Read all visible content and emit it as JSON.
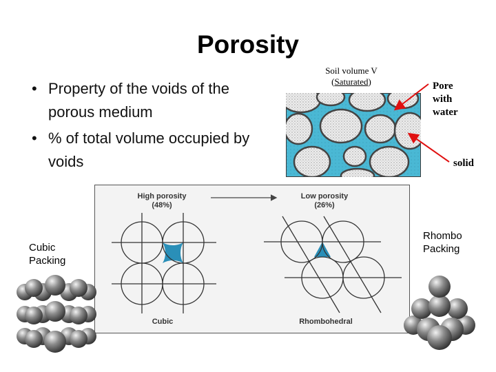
{
  "slide": {
    "title": "Porosity",
    "bullets": [
      "Property of the voids of the porous medium",
      "% of total volume occupied by voids"
    ]
  },
  "soil_figure": {
    "caption_line1": "Soil volume V",
    "caption_line2_open": "(",
    "caption_line2_word": "Saturated",
    "caption_line2_close": ")",
    "pore_label": "Pore with water",
    "solid_label": "solid",
    "colors": {
      "water": "#4ab8d4",
      "grain_fill": "#ececec",
      "arrow": "#e01010"
    }
  },
  "packing_diagram": {
    "high_label_line1": "High porosity",
    "high_label_line2": "(48%)",
    "low_label_line1": "Low porosity",
    "low_label_line2": "(26%)",
    "left_caption": "Cubic",
    "right_caption": "Rhombohedral",
    "colors": {
      "void": "#2a8fb8"
    }
  },
  "side_labels": {
    "cubic_line1": "Cubic",
    "cubic_line2": "Packing",
    "rhombo_line1": "Rhombo",
    "rhombo_line2": "Packing"
  }
}
